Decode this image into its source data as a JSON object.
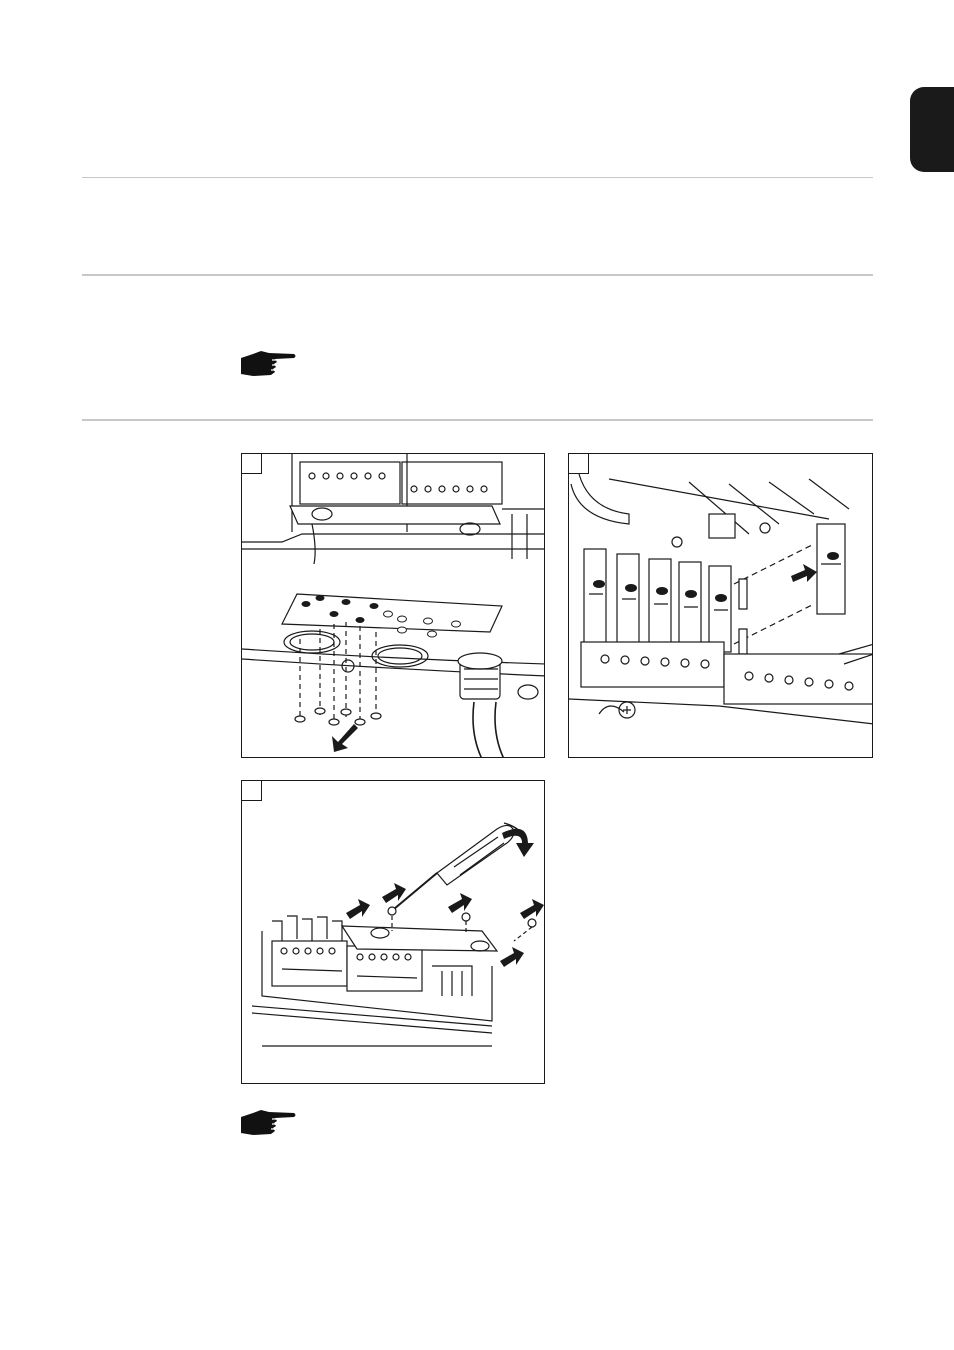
{
  "page": {
    "language_tab": "",
    "figures": [
      {
        "step": "",
        "icon": "drill-out-knockouts-illustration"
      },
      {
        "step": "",
        "icon": "fuse-holder-insertion-illustration"
      },
      {
        "step": "",
        "icon": "screw-terminal-cover-illustration"
      }
    ],
    "notes": [
      {
        "icon": "pointing-hand-icon"
      },
      {
        "icon": "pointing-hand-icon"
      }
    ]
  }
}
